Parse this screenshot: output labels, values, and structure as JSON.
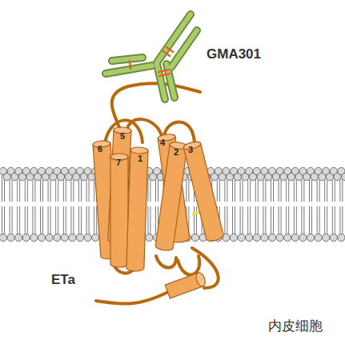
{
  "diagram": {
    "labels": [
      "GMA301",
      "ETa",
      "内皮细胞",
      "1",
      "2",
      "3",
      "4",
      "5",
      "6",
      "7"
    ]
  }
}
